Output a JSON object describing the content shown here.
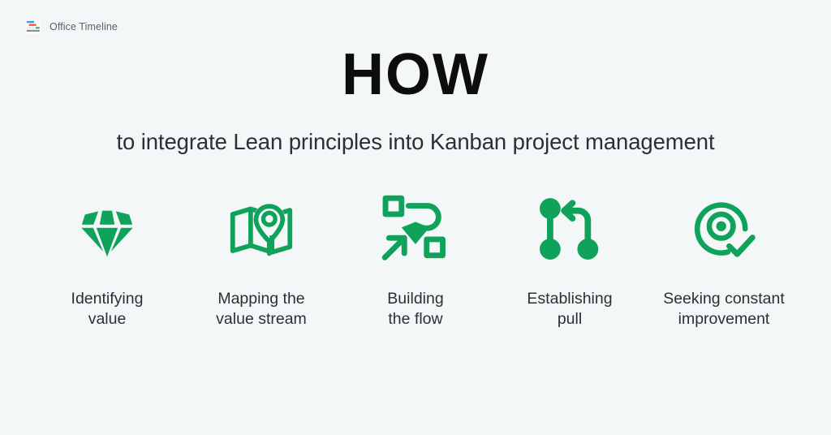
{
  "brand": {
    "name": "Office Timeline",
    "logo_icon": "gantt-chart-icon",
    "logo_colors": [
      "#3b99e8",
      "#e8623c",
      "#3cb878",
      "#8c8c8c"
    ]
  },
  "heading": {
    "title": "HOW",
    "subtitle": "to integrate Lean principles into Kanban project management"
  },
  "theme": {
    "background": "#f4f7f7",
    "accent_green": "#0fa25a",
    "title_color": "#0d0d0d",
    "text_color": "#2b3034",
    "brand_text_color": "#5a6168"
  },
  "steps": [
    {
      "icon": "diamond-gem-icon",
      "label": "Identifying\nvalue",
      "line1": "Identifying",
      "line2": "value"
    },
    {
      "icon": "map-pin-icon",
      "label": "Mapping the\nvalue stream",
      "line1": "Mapping the",
      "line2": "value stream"
    },
    {
      "icon": "flow-diagram-icon",
      "label": "Building\nthe flow",
      "line1": "Building",
      "line2": "the flow"
    },
    {
      "icon": "pull-branch-icon",
      "label": "Establishing\npull",
      "line1": "Establishing",
      "line2": "pull"
    },
    {
      "icon": "target-check-icon",
      "label": "Seeking constant\nimprovement",
      "line1": "Seeking constant",
      "line2": "improvement"
    }
  ]
}
